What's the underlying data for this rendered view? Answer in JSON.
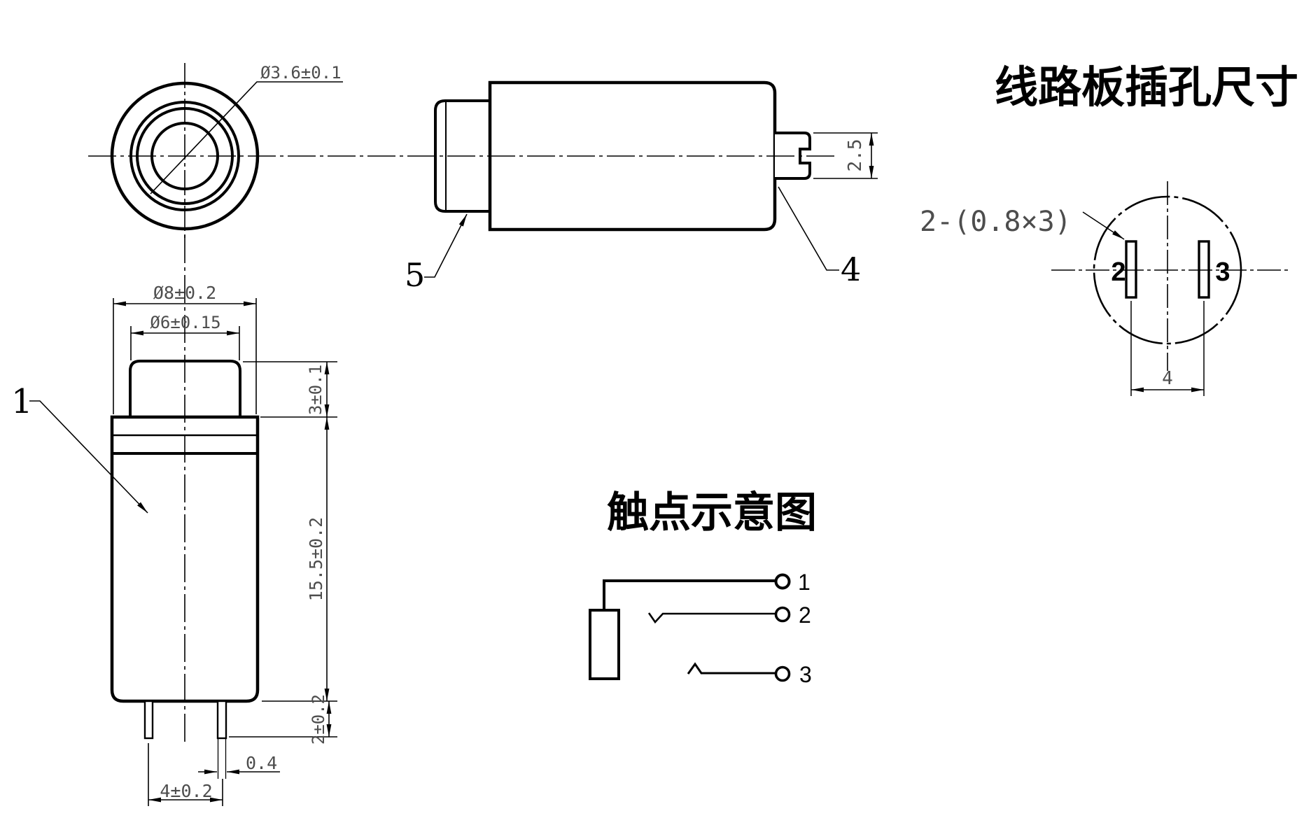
{
  "colors": {
    "background": "#ffffff",
    "line": "#000000",
    "dim_text": "#4d4d4d"
  },
  "front_view": {
    "tip_diameter_dim": "Ø3.6±0.1"
  },
  "side_view": {
    "terminal_width_dim": "2.5",
    "balloon_bushing": "5",
    "balloon_terminal": "4"
  },
  "bottom_view": {
    "balloon_body": "1",
    "body_diameter_dim": "Ø8±0.2",
    "plunger_diameter_dim": "Ø6±0.15",
    "plunger_height_dim": "3±0.1",
    "body_length_dim": "15.5±0.2",
    "pin_length_dim": "2±0.2",
    "pin_width_dim": "0.4",
    "pin_pitch_dim": "4±0.2"
  },
  "pcb_hole_view": {
    "title": "线路板插孔尺寸",
    "slot_dim": "2-(0.8×3)",
    "pin2_label": "2",
    "pin3_label": "3",
    "pitch_dim": "4"
  },
  "contact_diagram": {
    "title": "触点示意图",
    "contacts": [
      {
        "label": "1"
      },
      {
        "label": "2"
      },
      {
        "label": "3"
      }
    ]
  }
}
